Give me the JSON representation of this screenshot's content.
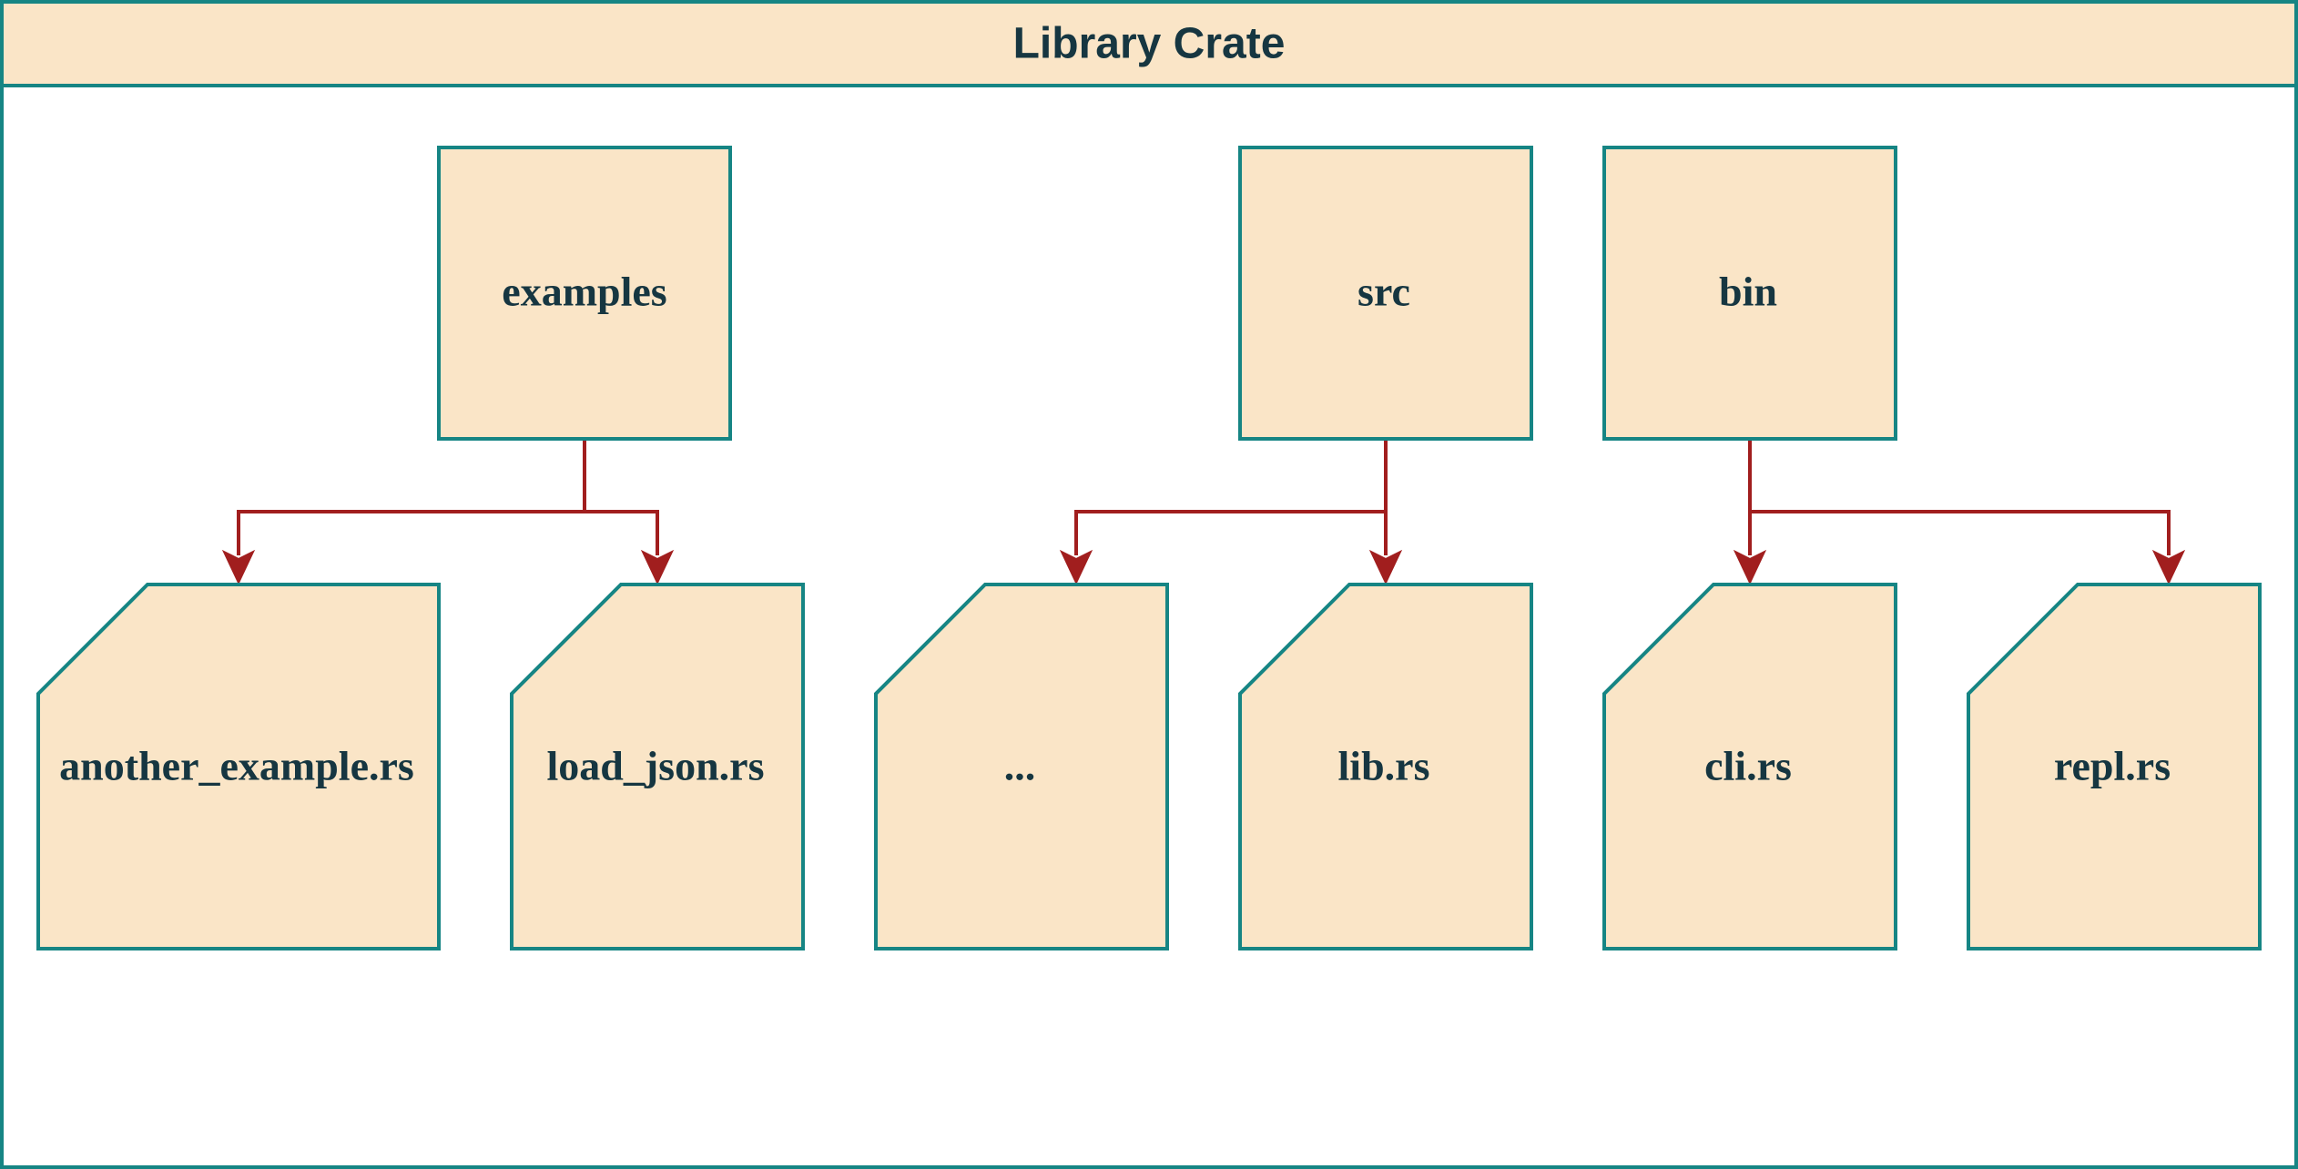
{
  "title": "Library Crate",
  "colors": {
    "border": "#168584",
    "fill": "#fae5c7",
    "text": "#163641",
    "connector": "#a11e1e"
  },
  "folders": [
    {
      "id": "examples",
      "label": "examples"
    },
    {
      "id": "src",
      "label": "src"
    },
    {
      "id": "bin",
      "label": "bin"
    }
  ],
  "files": [
    {
      "id": "another-example",
      "label": "another_example.rs",
      "parent": "examples"
    },
    {
      "id": "load-json",
      "label": "load_json.rs",
      "parent": "examples"
    },
    {
      "id": "ellipsis",
      "label": "...",
      "parent": "src"
    },
    {
      "id": "lib",
      "label": "lib.rs",
      "parent": "src"
    },
    {
      "id": "cli",
      "label": "cli.rs",
      "parent": "bin"
    },
    {
      "id": "repl",
      "label": "repl.rs",
      "parent": "bin"
    }
  ]
}
